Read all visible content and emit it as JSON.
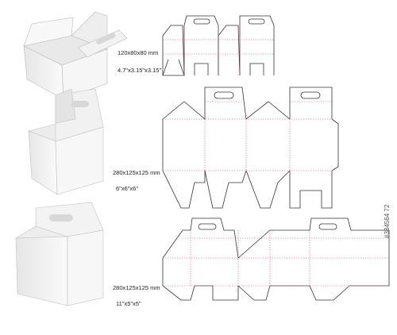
{
  "specs": [
    {
      "size_mm": "120x80x80 mm",
      "size_in": "4.7\"x3.15\"x3.15\""
    },
    {
      "size_mm": "280x125x125 mm",
      "size_in": "6\"x6\"x6\""
    },
    {
      "size_mm": "280x125x125 mm",
      "size_in": "11\"x5\"x5\""
    }
  ],
  "watermark": "#384564 72",
  "colors": {
    "cut_line": "#333333",
    "fold_line": "#d0567a",
    "box_face": "#f4f4f4",
    "box_shade": "#dcdcdc"
  }
}
